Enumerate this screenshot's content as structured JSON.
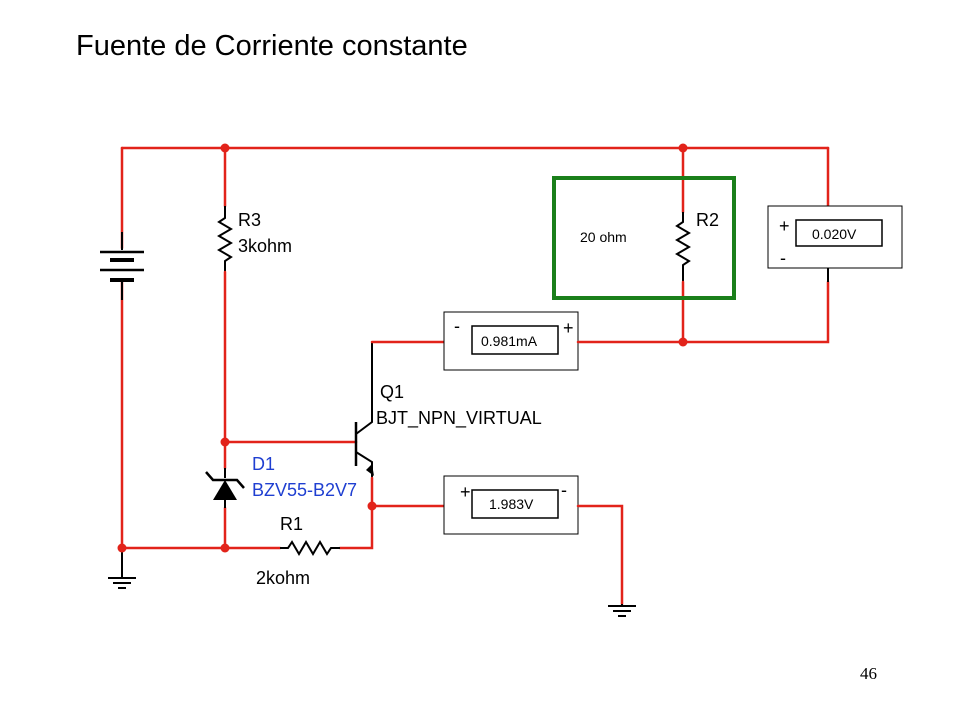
{
  "title": "Fuente de Corriente constante",
  "page_number": "46",
  "components": {
    "r3": {
      "name": "R3",
      "value": "3kohm"
    },
    "r2": {
      "name": "R2",
      "value": "20 ohm"
    },
    "r1": {
      "name": "R1",
      "value": "2kohm"
    },
    "q1": {
      "name": "Q1",
      "model": "BJT_NPN_VIRTUAL"
    },
    "d1": {
      "name": "D1",
      "model": "BZV55-B2V7"
    }
  },
  "meters": {
    "voltmeter_load": {
      "reading": "0.020V",
      "plus": "+",
      "minus": "-"
    },
    "ammeter": {
      "reading": "0.981mA",
      "plus": "+",
      "minus": "-"
    },
    "voltmeter_emitter": {
      "reading": "1.983V",
      "plus": "+",
      "minus": "-"
    }
  },
  "colors": {
    "wire": "#e2231a",
    "highlight_box": "#1a7f1a",
    "diode_label": "#1f3fd1"
  }
}
